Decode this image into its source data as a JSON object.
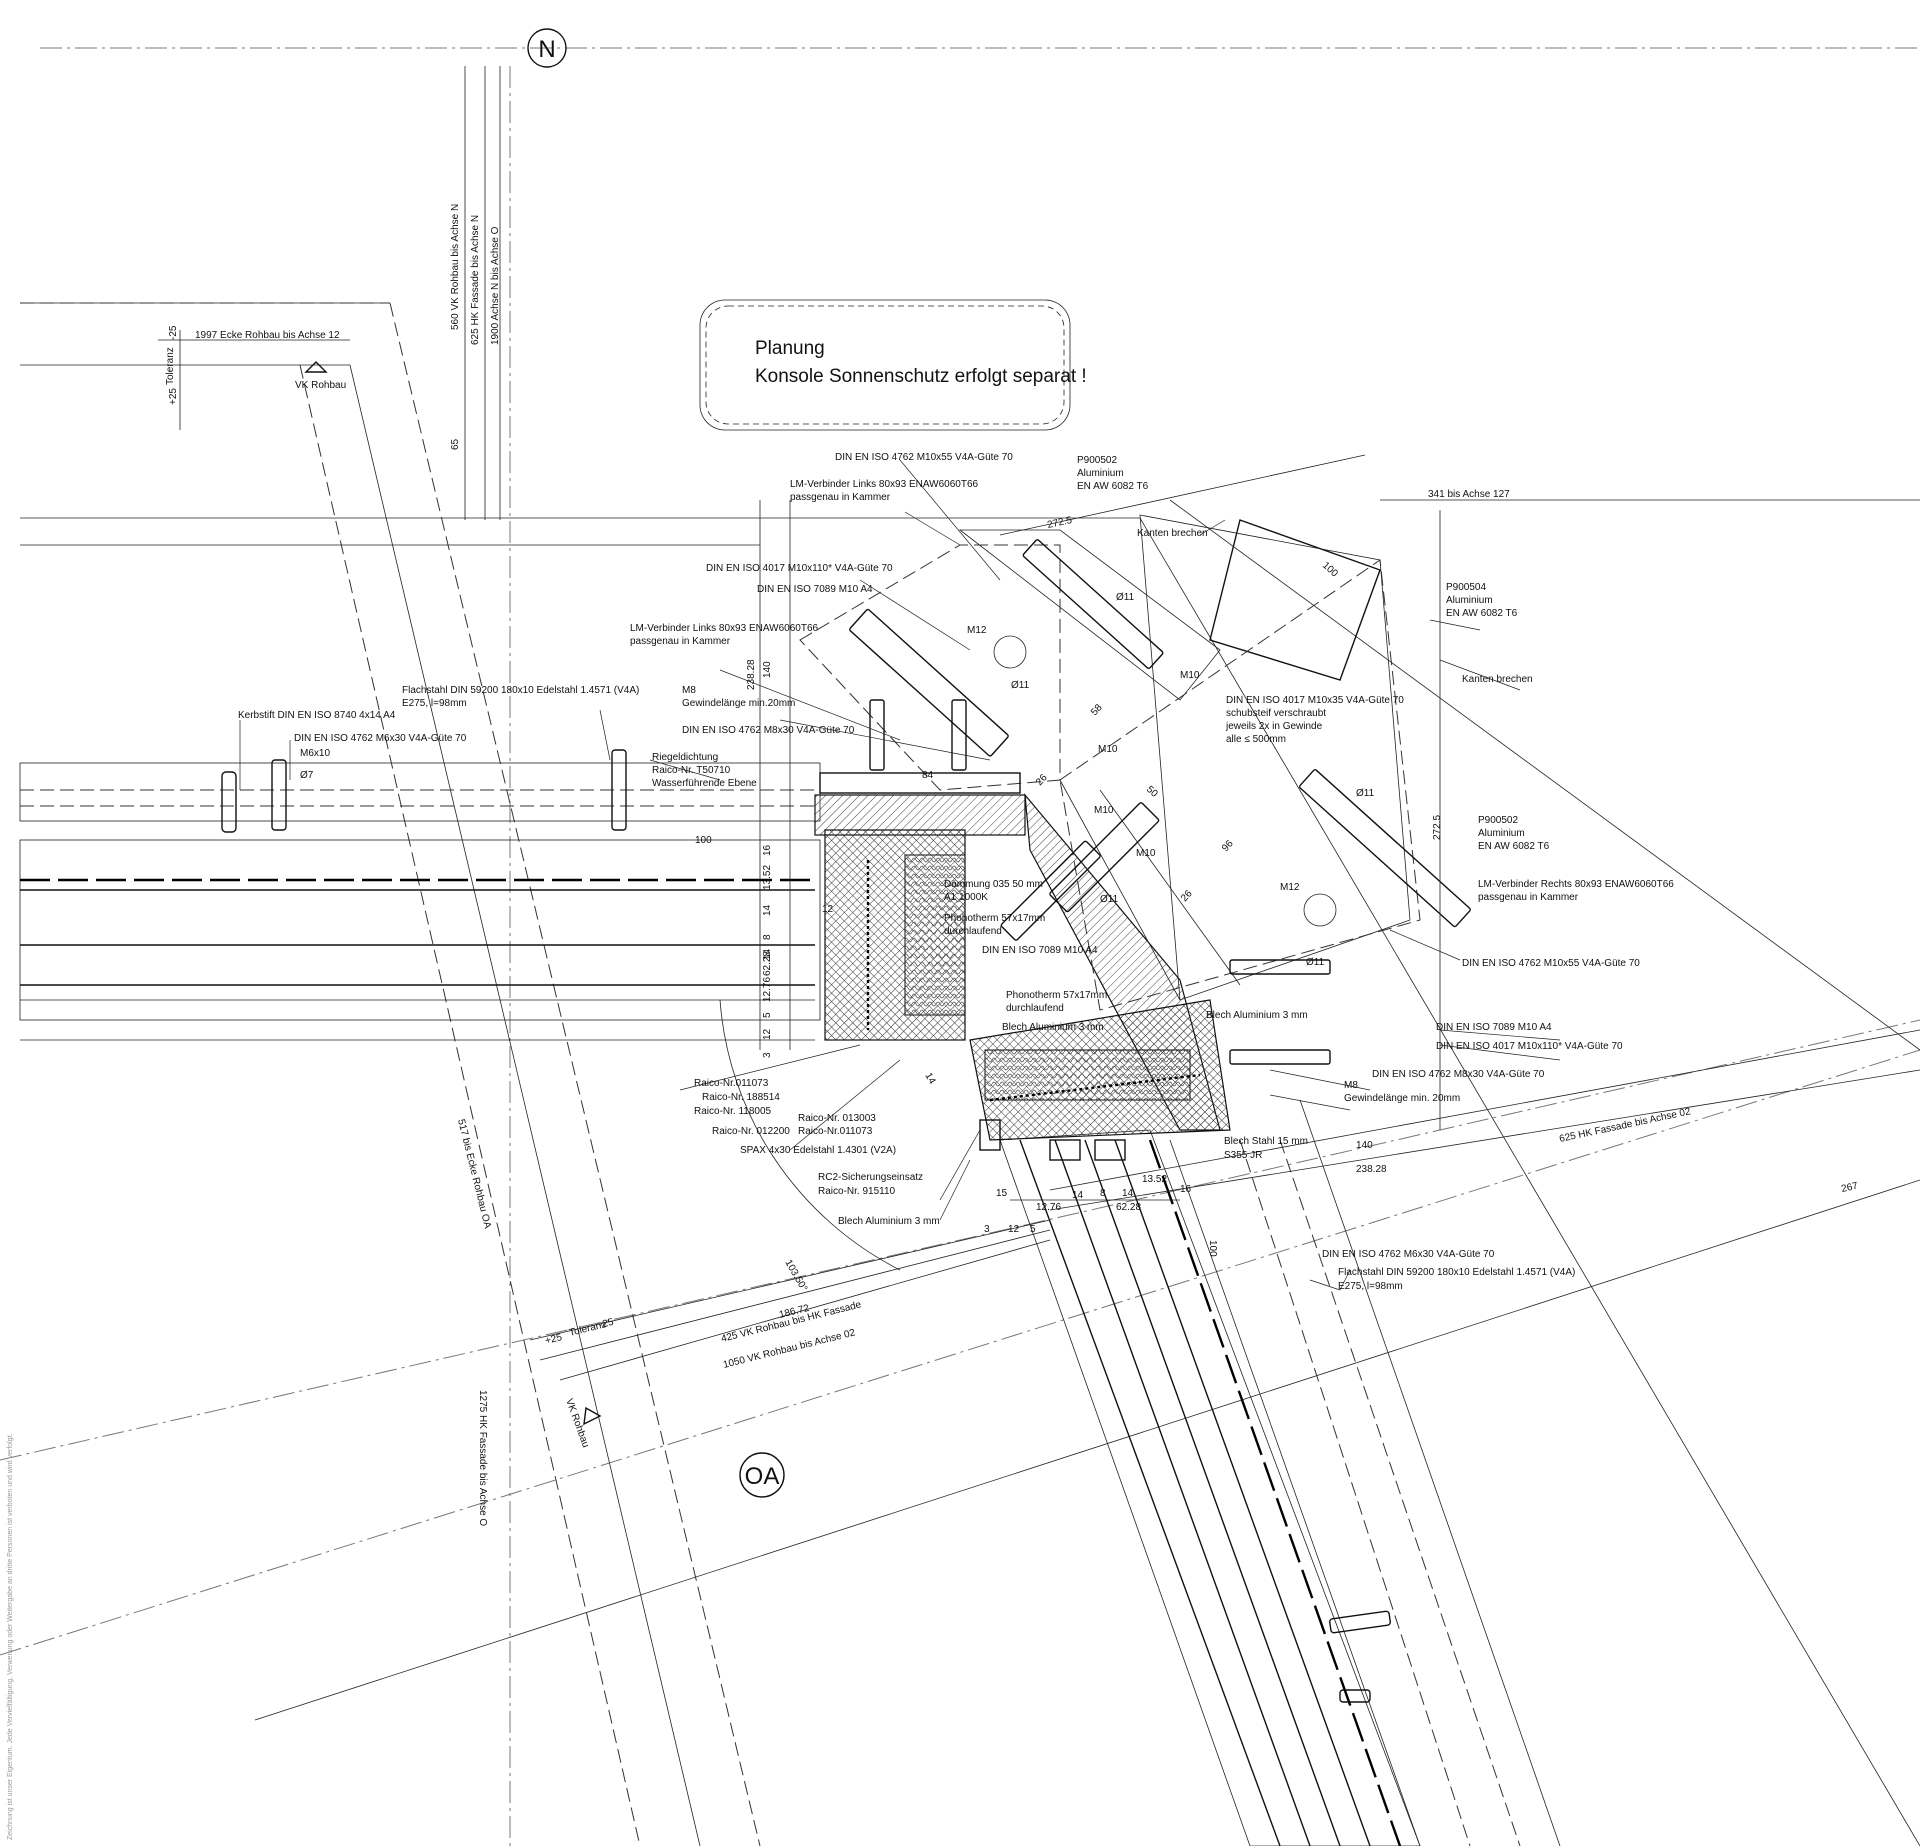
{
  "axes": {
    "north": "N",
    "east": "OA"
  },
  "note": {
    "line1": "Planung",
    "line2": "Konsole Sonnenschutz erfolgt separat !"
  },
  "labels": [
    {
      "text": "DIN EN ISO 4762 M10x55 V4A-Güte 70"
    },
    {
      "text": "LM-Verbinder Links 80x93 ENAW6060T66"
    },
    {
      "text": "passgenau in Kammer"
    },
    {
      "text": "P900502"
    },
    {
      "text": "Aluminium"
    },
    {
      "text": "EN AW 6082 T6"
    },
    {
      "text": "341 bis Achse 127"
    },
    {
      "text": "Kanten brechen"
    },
    {
      "text": "DIN EN ISO 4017 M10x110*  V4A-Güte 70"
    },
    {
      "text": "DIN EN ISO 7089 M10  A4"
    },
    {
      "text": "Ø11"
    },
    {
      "text": "P900504"
    },
    {
      "text": "Aluminium"
    },
    {
      "text": "EN AW 6082 T6"
    },
    {
      "text": "LM-Verbinder Links 80x93 ENAW6060T66"
    },
    {
      "text": "passgenau in Kammer"
    },
    {
      "text": "M12"
    },
    {
      "text": "M10"
    },
    {
      "text": "Kanten brechen"
    },
    {
      "text": "Flachstahl DIN 59200 180x10 Edelstahl 1.4571 (V4A)"
    },
    {
      "text": "E275, l=98mm"
    },
    {
      "text": "M8"
    },
    {
      "text": "Gewindelänge min.20mm"
    },
    {
      "text": "Ø11"
    },
    {
      "text": "DIN EN ISO 4017 M10x35  V4A-Güte 70"
    },
    {
      "text": "schubsteif verschraubt"
    },
    {
      "text": "jeweils 2x in Gewinde"
    },
    {
      "text": "alle ≤ 500mm"
    },
    {
      "text": "Kerbstift DIN EN ISO 8740 4x14  A4"
    },
    {
      "text": "DIN EN ISO 4762 M6x30  V4A-Güte 70"
    },
    {
      "text": "M6x10"
    },
    {
      "text": "Ø7"
    },
    {
      "text": "DIN EN ISO 4762 M8x30  V4A-Güte 70"
    },
    {
      "text": "Riegeldichtung"
    },
    {
      "text": "Raico-Nr. T50710"
    },
    {
      "text": "Wasserführende Ebene"
    },
    {
      "text": "M10"
    },
    {
      "text": "Ø11"
    },
    {
      "text": "M10"
    },
    {
      "text": "P900502"
    },
    {
      "text": "Aluminium"
    },
    {
      "text": "EN AW 6082 T6"
    },
    {
      "text": "LM-Verbinder Rechts 80x93 ENAW6060T66"
    },
    {
      "text": "passgenau in Kammer"
    },
    {
      "text": "M10"
    },
    {
      "text": "M12"
    },
    {
      "text": "Ø11"
    },
    {
      "text": "Dämmung 035 50 mm"
    },
    {
      "text": "A1 1000K"
    },
    {
      "text": "Phonotherm 57x17mm"
    },
    {
      "text": "durchlaufend"
    },
    {
      "text": "DIN EN ISO 7089 M10  A4"
    },
    {
      "text": "DIN EN ISO 4762 M10x55 V4A-Güte 70"
    },
    {
      "text": "Ø11"
    },
    {
      "text": "Phonotherm 57x17mm"
    },
    {
      "text": "durchlaufend"
    },
    {
      "text": "Blech Aluminium 3 mm"
    },
    {
      "text": "Blech Aluminium 3 mm"
    },
    {
      "text": "DIN EN ISO 7089 M10  A4"
    },
    {
      "text": "DIN EN ISO 4017 M10x110*  V4A-Güte 70"
    },
    {
      "text": "DIN EN ISO 4762 M8x30  V4A-Güte 70"
    },
    {
      "text": "M8"
    },
    {
      "text": "Gewindelänge min. 20mm"
    },
    {
      "text": "Blech Stahl 15 mm"
    },
    {
      "text": "S355 JR"
    },
    {
      "text": "Raico-Nr.011073"
    },
    {
      "text": "Raico-Nr. 188514"
    },
    {
      "text": "Raico-Nr. 118005"
    },
    {
      "text": "Raico-Nr. 012200"
    },
    {
      "text": "Raico-Nr. 013003"
    },
    {
      "text": "Raico-Nr.011073"
    },
    {
      "text": "SPAX 4x30 Edelstahl 1.4301 (V2A)"
    },
    {
      "text": "RC2-Sicherungseinsatz"
    },
    {
      "text": "Raico-Nr. 915110"
    },
    {
      "text": "Blech Aluminium 3 mm"
    },
    {
      "text": "DIN EN ISO 4762 M6x30  V4A-Güte 70"
    },
    {
      "text": "Flachstahl DIN 59200 180x10 Edelstahl 1.4571 (V4A)"
    },
    {
      "text": "E275, l=98mm"
    },
    {
      "text": "VK Rohbau"
    },
    {
      "text": "1997 Ecke Rohbau bis Achse 12"
    },
    {
      "text": "VK Rohbau"
    }
  ],
  "dimensions": [
    {
      "text": "560 VK Rohbau bis Achse N"
    },
    {
      "text": "625 HK Fassade bis Achse N"
    },
    {
      "text": "1900 Achse N bis Achse O"
    },
    {
      "text": "-25"
    },
    {
      "text": "Toleranz"
    },
    {
      "text": "+25"
    },
    {
      "text": "65"
    },
    {
      "text": "272.5"
    },
    {
      "text": "100"
    },
    {
      "text": "238.28"
    },
    {
      "text": "140"
    },
    {
      "text": "58"
    },
    {
      "text": "84"
    },
    {
      "text": "26"
    },
    {
      "text": "100"
    },
    {
      "text": "50"
    },
    {
      "text": "96"
    },
    {
      "text": "26"
    },
    {
      "text": "272.5"
    },
    {
      "text": "16"
    },
    {
      "text": "13.52"
    },
    {
      "text": "14"
    },
    {
      "text": "8"
    },
    {
      "text": "14"
    },
    {
      "text": "62.28"
    },
    {
      "text": "12.76"
    },
    {
      "text": "5"
    },
    {
      "text": "12"
    },
    {
      "text": "3"
    },
    {
      "text": "12"
    },
    {
      "text": "14"
    },
    {
      "text": "625 HK Fassade bis Achse 02"
    },
    {
      "text": "140"
    },
    {
      "text": "238.28"
    },
    {
      "text": "267"
    },
    {
      "text": "15"
    },
    {
      "text": "12.76"
    },
    {
      "text": "14"
    },
    {
      "text": "8"
    },
    {
      "text": "14"
    },
    {
      "text": "13.52"
    },
    {
      "text": "16"
    },
    {
      "text": "62.28"
    },
    {
      "text": "3"
    },
    {
      "text": "12"
    },
    {
      "text": "5"
    },
    {
      "text": "100"
    },
    {
      "text": "103.50°"
    },
    {
      "text": "186.72"
    },
    {
      "text": "425 VK Rohbau bis HK Fassade"
    },
    {
      "text": "1050 VK Rohbau bis Achse 02"
    },
    {
      "text": "+25"
    },
    {
      "text": "Toleranz"
    },
    {
      "text": "-25"
    },
    {
      "text": "517 bis Ecke Rohbau OA"
    },
    {
      "text": "1275 HK Fassade bis Achse O"
    }
  ],
  "sidenote": "Zeichnung ist unser Eigentum. Jede Vervielfältigung, Verwertung oder Weitergabe an dritte Personen ist verboten und wird verfolgt."
}
